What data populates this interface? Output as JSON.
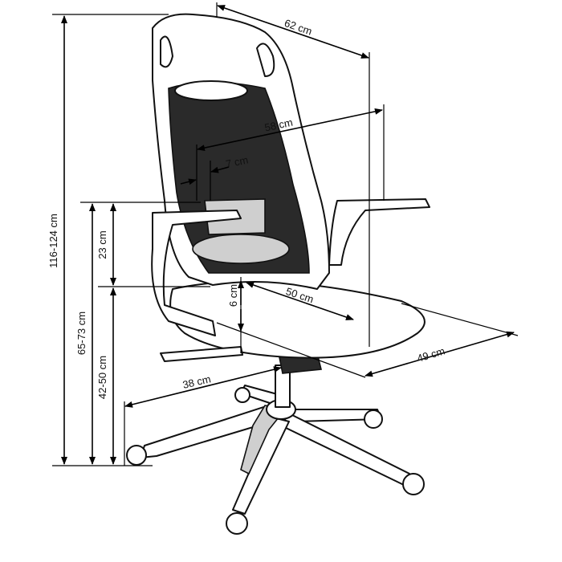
{
  "title": "Office chair dimensions",
  "dimensions": {
    "total_height": "116-124 cm",
    "armrest_height": "65-73 cm",
    "seat_height": "42-50 cm",
    "armrest_above_seat": "23 cm",
    "seat_thickness": "6 cm",
    "backrest_top_width": "62 cm",
    "backrest_width": "58 cm",
    "lumbar_depth": "7 cm",
    "seat_depth": "50 cm",
    "seat_width": "49 cm",
    "base_radius": "38 cm"
  }
}
